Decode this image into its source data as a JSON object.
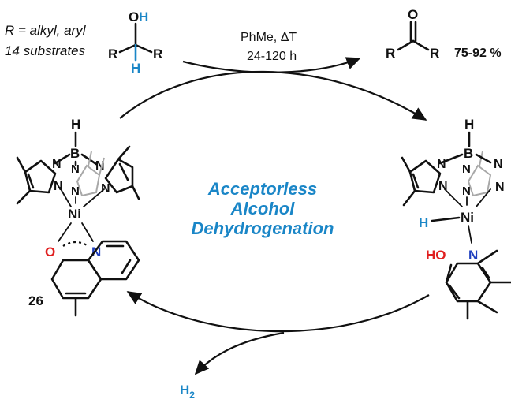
{
  "top_left_note": {
    "line1": "R = alkyl, aryl",
    "line2": "14 substrates"
  },
  "conditions": {
    "solvent_temp": "PhMe, ΔT",
    "time": "24-120 h"
  },
  "yield": "75-92 %",
  "catalyst_label": "26",
  "center_text": [
    "Acceptorless",
    "Alcohol",
    "Dehydrogenation"
  ],
  "byproduct": "H",
  "byproduct_subscript": "2",
  "atoms": {
    "oxygen": "O",
    "hydrogen": "H",
    "boron": "B",
    "nitrogen": "N",
    "nickel": "Ni",
    "hydroxy": "HO",
    "r_group": "R"
  },
  "colors": {
    "accent_blue": "#1a86c7",
    "oxygen_red": "#e02020",
    "nitrogen_blue": "#1f3fbf"
  }
}
